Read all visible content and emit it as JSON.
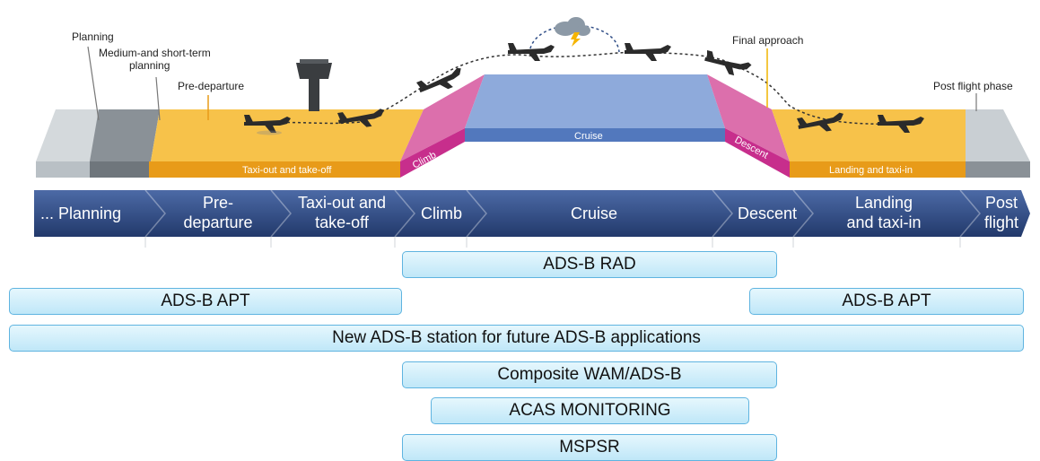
{
  "top_labels": {
    "planning": "Planning",
    "medium_line1": "Medium-and short-term",
    "medium_line2": "planning",
    "pre_departure": "Pre-departure",
    "final_approach": "Final approach",
    "post_flight_phase": "Post flight phase"
  },
  "profile_labels": {
    "taxi_out": "Taxi-out and take-off",
    "climb": "Climb",
    "cruise": "Cruise",
    "descent": "Descent",
    "landing": "Landing and taxi-in"
  },
  "arrow_phases": [
    {
      "line1": "... Planning",
      "line2": ""
    },
    {
      "line1": "Pre-",
      "line2": "departure"
    },
    {
      "line1": "Taxi-out and",
      "line2": "take-off"
    },
    {
      "line1": "Climb",
      "line2": ""
    },
    {
      "line1": "Cruise",
      "line2": ""
    },
    {
      "line1": "Descent",
      "line2": ""
    },
    {
      "line1": "Landing",
      "line2": "and taxi-in"
    },
    {
      "line1": "Post",
      "line2": "flight"
    },
    {
      "line1": "...",
      "line2": ""
    }
  ],
  "bars": {
    "ads_b_rad": "ADS-B RAD",
    "ads_b_apt_left": "ADS-B APT",
    "ads_b_apt_right": "ADS-B APT",
    "new_station": "New ADS-B station for future ADS-B applications",
    "composite": "Composite WAM/ADS-B",
    "acas": "ACAS MONITORING",
    "mspsr": "MSPSR"
  },
  "colors": {
    "planning_light": "#c9cfd3",
    "planning_dark": "#7f868c",
    "ground_yellow": "#f7c24a",
    "ground_orange": "#e89b19",
    "climb_pink": "#dc6fac",
    "climb_magenta": "#c72e8c",
    "cruise_blue": "#8eaadb",
    "cruise_dark": "#5278bd",
    "arrow_navy": "#2f4d86",
    "bar_border": "#5fb4e0"
  }
}
